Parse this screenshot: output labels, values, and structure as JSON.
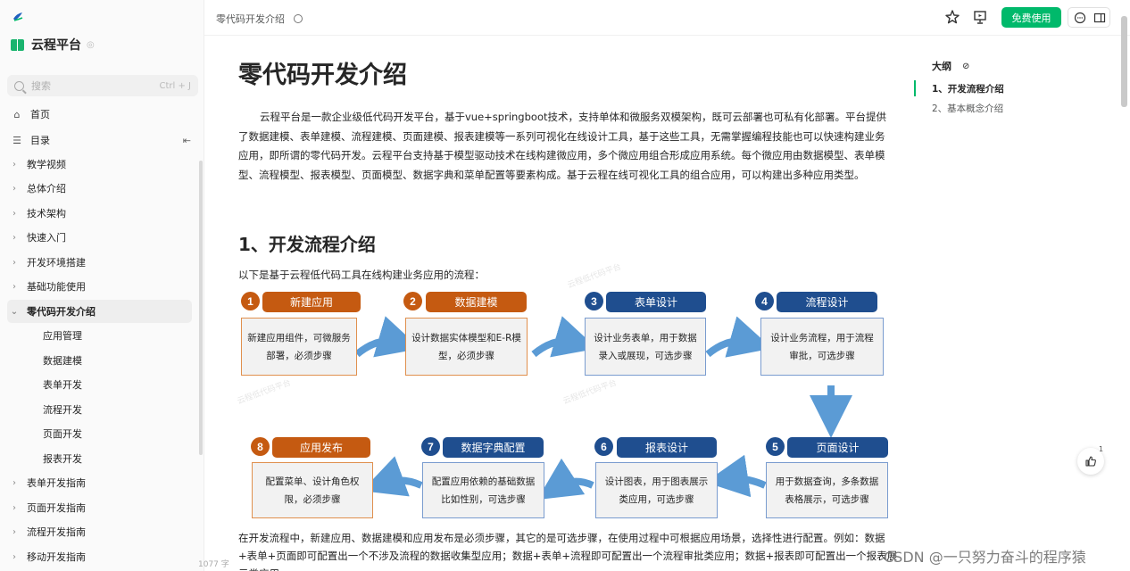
{
  "sidebar": {
    "space_name": "云程平台",
    "search_placeholder": "搜索",
    "search_shortcut": "Ctrl + J",
    "home_label": "首页",
    "toc_label": "目录",
    "tree": [
      {
        "label": "教学视频",
        "level": 0,
        "expanded": false,
        "active": false
      },
      {
        "label": "总体介绍",
        "level": 0,
        "expanded": false,
        "active": false
      },
      {
        "label": "技术架构",
        "level": 0,
        "expanded": false,
        "active": false
      },
      {
        "label": "快速入门",
        "level": 0,
        "expanded": false,
        "active": false
      },
      {
        "label": "开发环境搭建",
        "level": 0,
        "expanded": false,
        "active": false
      },
      {
        "label": "基础功能使用",
        "level": 0,
        "expanded": false,
        "active": false
      },
      {
        "label": "零代码开发介绍",
        "level": 0,
        "expanded": true,
        "active": true
      },
      {
        "label": "应用管理",
        "level": 1
      },
      {
        "label": "数据建模",
        "level": 1
      },
      {
        "label": "表单开发",
        "level": 1
      },
      {
        "label": "流程开发",
        "level": 1
      },
      {
        "label": "页面开发",
        "level": 1
      },
      {
        "label": "报表开发",
        "level": 1
      },
      {
        "label": "表单开发指南",
        "level": 0,
        "expanded": false,
        "active": false
      },
      {
        "label": "页面开发指南",
        "level": 0,
        "expanded": false,
        "active": false
      },
      {
        "label": "流程开发指南",
        "level": 0,
        "expanded": false,
        "active": false
      },
      {
        "label": "移动开发指南",
        "level": 0,
        "expanded": false,
        "active": false
      }
    ],
    "word_count": "1077 字"
  },
  "header": {
    "breadcrumb": "零代码开发介绍",
    "free_button": "免费使用"
  },
  "doc": {
    "title": "零代码开发介绍",
    "intro": "云程平台是一款企业级低代码开发平台，基于vue+springboot技术，支持单体和微服务双模架构，既可云部署也可私有化部署。平台提供了数据建模、表单建模、流程建模、页面建模、报表建模等一系列可视化在线设计工具，基于这些工具，无需掌握编程技能也可以快速构建业务应用，即所谓的零代码开发。云程平台支持基于模型驱动技术在线构建微应用，多个微应用组合形成应用系统。每个微应用由数据模型、表单模型、流程模型、报表模型、页面模型、数据字典和菜单配置等要素构成。基于云程在线可视化工具的组合应用，可以构建出多种应用类型。",
    "section1_title": "1、开发流程介绍",
    "flow_intro": "以下是基于云程低代码工具在线构建业务应用的流程：",
    "bottom_text": "在开发流程中，新建应用、数据建模和应用发布是必须步骤，其它的是可选步骤，在使用过程中可根据应用场景，选择性进行配置。例如：数据+表单+页面即可配置出一个不涉及流程的数据收集型应用；数据+表单+流程即可配置出一个流程审批类应用；数据+报表即可配置出一个报表展示类应用。",
    "watermark": "云程低代码平台"
  },
  "flow_steps": [
    {
      "num": "1",
      "title": "新建应用",
      "desc": "新建应用组件，可微服务部署，必须步骤",
      "color": "orange"
    },
    {
      "num": "2",
      "title": "数据建模",
      "desc": "设计数据实体模型和E-R模型，必须步骤",
      "color": "orange"
    },
    {
      "num": "3",
      "title": "表单设计",
      "desc": "设计业务表单，用于数据录入或展现，可选步骤",
      "color": "blue"
    },
    {
      "num": "4",
      "title": "流程设计",
      "desc": "设计业务流程，用于流程审批，可选步骤",
      "color": "blue"
    },
    {
      "num": "5",
      "title": "页面设计",
      "desc": "用于数据查询，多条数据表格展示，可选步骤",
      "color": "blue"
    },
    {
      "num": "6",
      "title": "报表设计",
      "desc": "设计图表，用于图表展示类应用，可选步骤",
      "color": "blue"
    },
    {
      "num": "7",
      "title": "数据字典配置",
      "desc": "配置应用依赖的基础数据比如性别，可选步骤",
      "color": "blue"
    },
    {
      "num": "8",
      "title": "应用发布",
      "desc": "配置菜单、设计角色权限，必须步骤",
      "color": "orange"
    }
  ],
  "outline": {
    "title": "大纲",
    "items": [
      {
        "label": "1、开发流程介绍",
        "active": true
      },
      {
        "label": "2、基本概念介绍",
        "active": false
      }
    ]
  },
  "like_count": "1",
  "csdn_watermark": "CSDN @一只努力奋斗的程序猿"
}
